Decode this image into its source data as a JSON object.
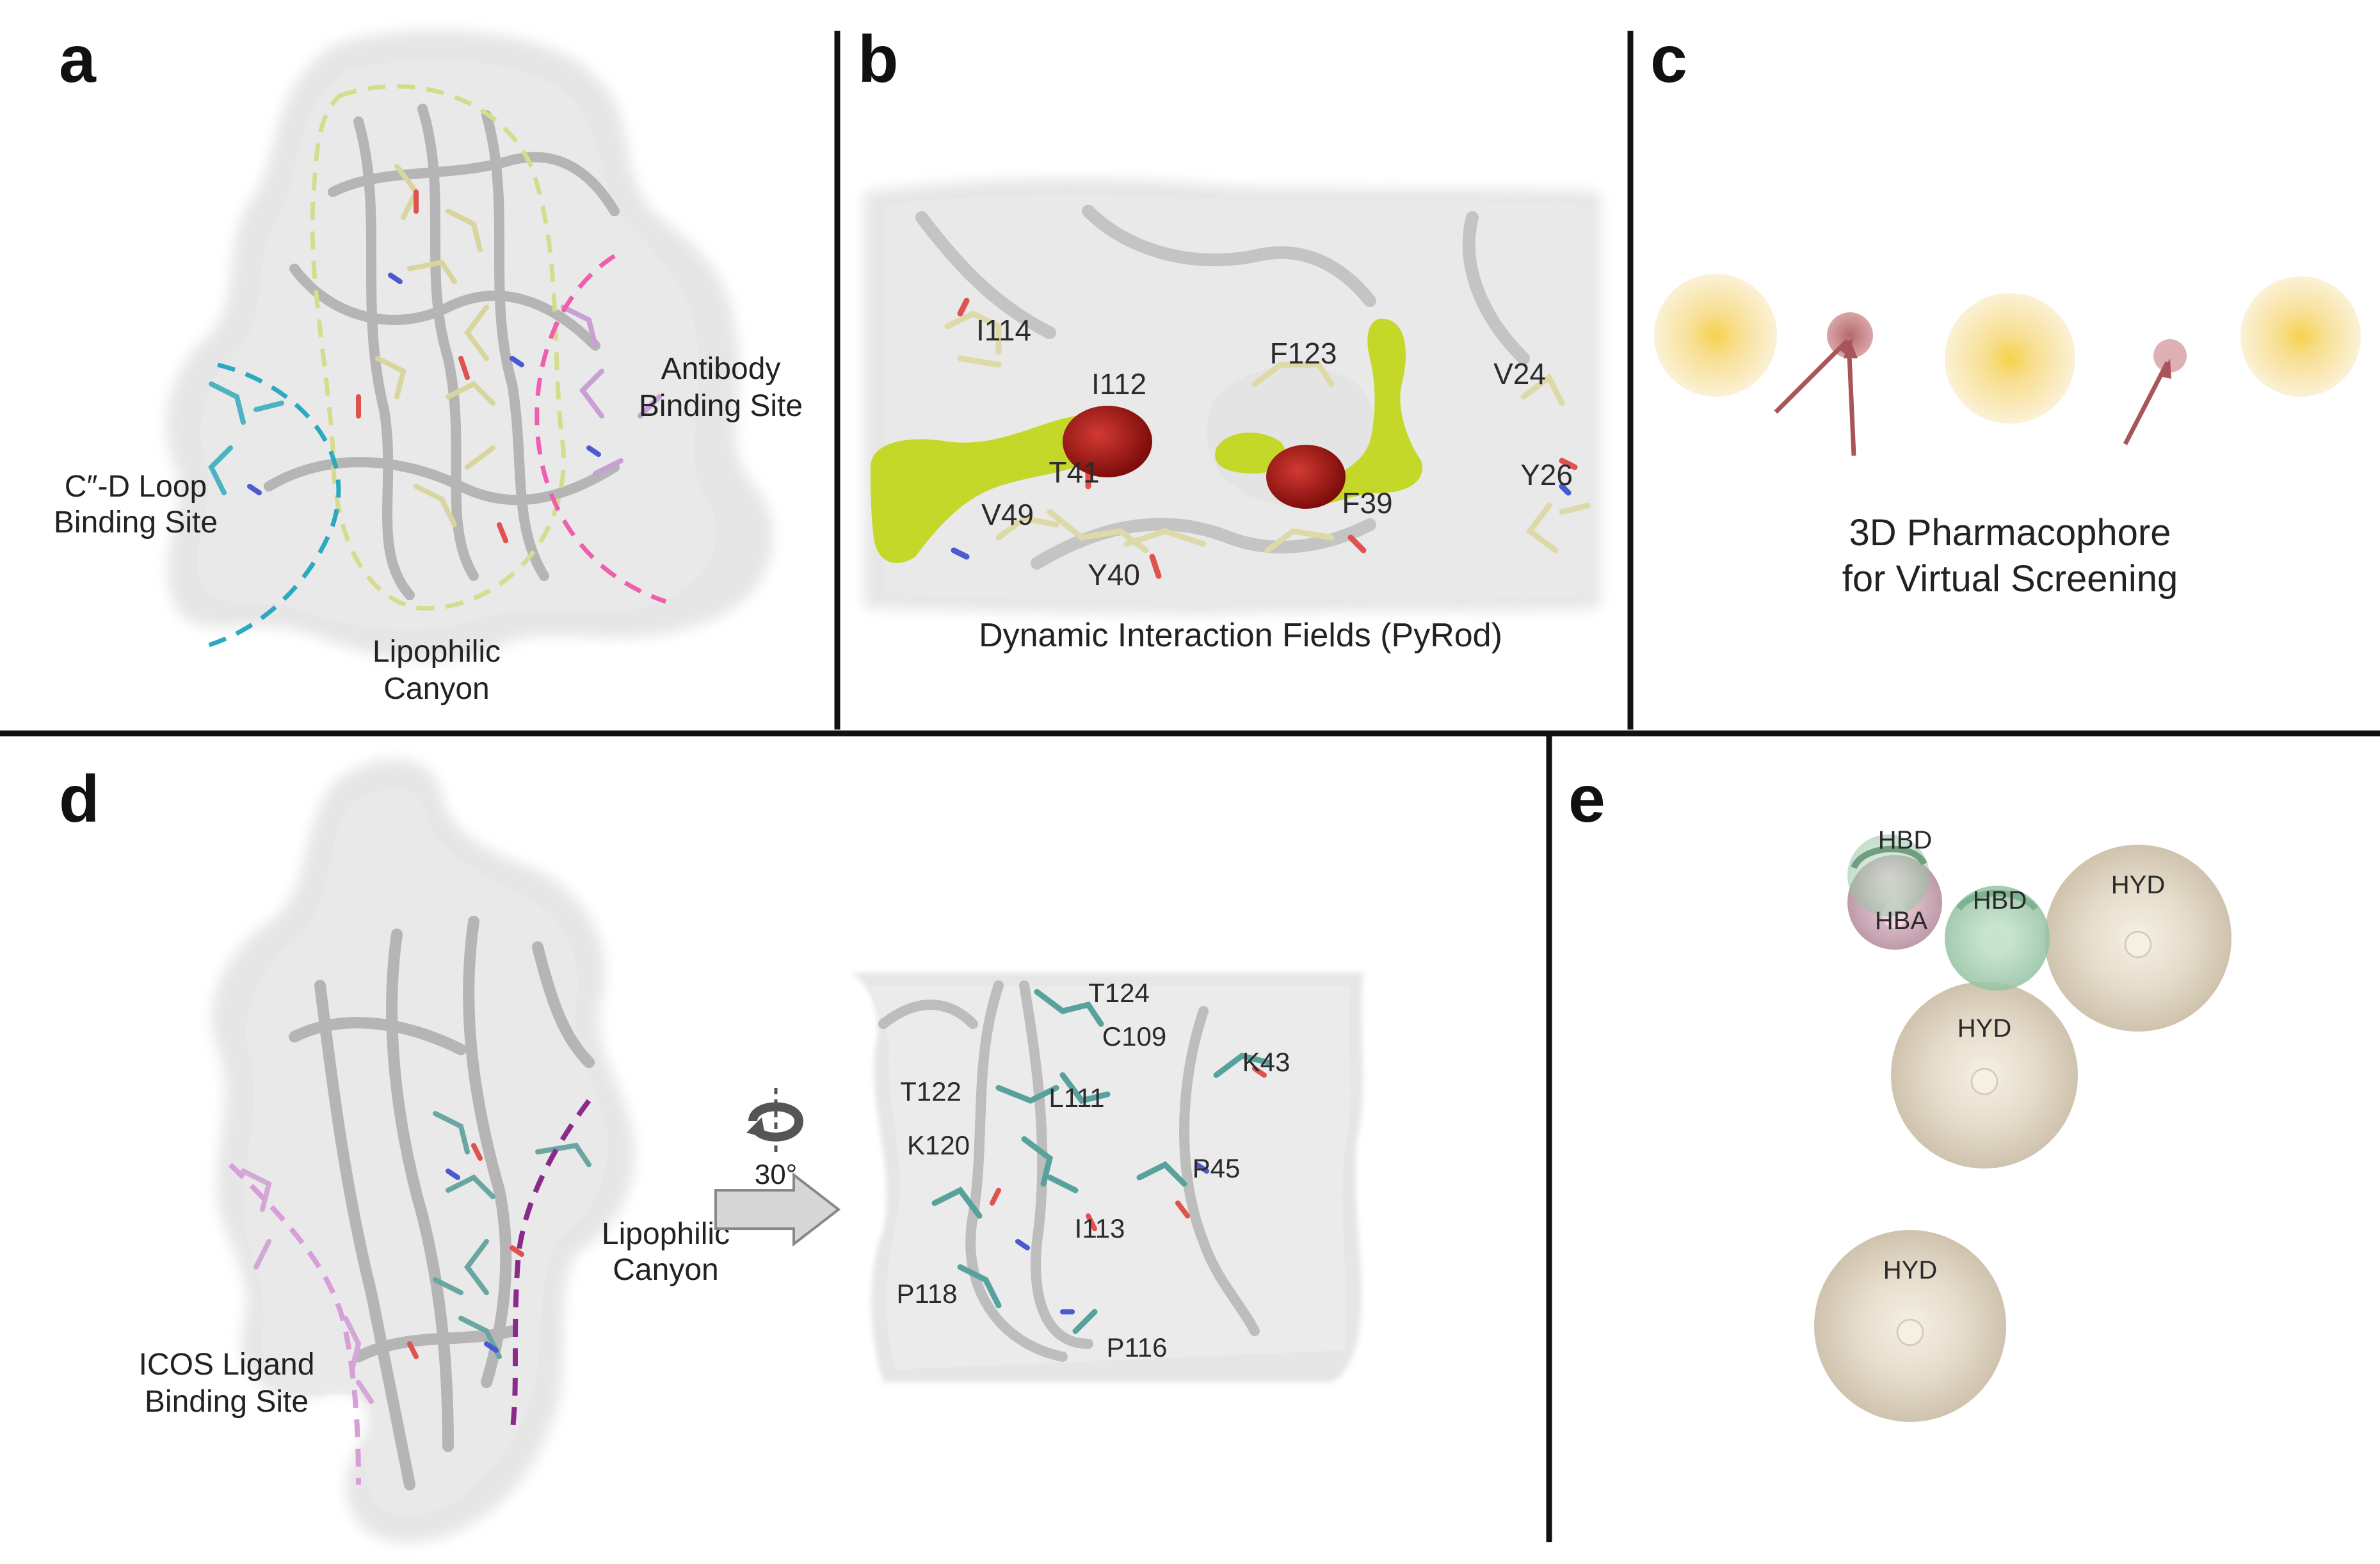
{
  "colors": {
    "divider": "#111111",
    "surface": "#dcdcdc",
    "ribbon": "#b8b8b8",
    "stick_yellow": "#d6d39c",
    "stick_teal": "#5aa6a0",
    "stick_cyan": "#47b4c4",
    "stick_pink": "#c9a0d4",
    "oxygen": "#e0524f",
    "nitrogen": "#4a5ad0",
    "field_yellow": "#c6d92a",
    "field_red": "#a0120f",
    "dash_cyan": "#2aa9c0",
    "dash_yellow": "#d4dc8a",
    "dash_pink": "#ef5fae",
    "dash_purple": "#8a2a8a",
    "dash_lilac": "#d79ed8",
    "sphere_yellow": "#f0d270",
    "sphere_hyd": "#e2d7c4",
    "sphere_hbd": "#9fcfae",
    "sphere_hba": "#d7a8b8",
    "vector_red": "#a8555a"
  },
  "panel_a": {
    "letter": "a",
    "antibody_label": [
      "Antibody",
      "Binding Site"
    ],
    "loop_label": [
      "C″-D Loop",
      "Binding Site"
    ],
    "canyon_label": [
      "Lipophilic",
      "Canyon"
    ]
  },
  "panel_b": {
    "letter": "b",
    "residues": [
      "I114",
      "I112",
      "F123",
      "V24",
      "T41",
      "V49",
      "F39",
      "Y26",
      "Y40"
    ],
    "caption": "Dynamic Interaction Fields (PyRod)"
  },
  "panel_c": {
    "letter": "c",
    "caption": [
      "3D Pharmacophore",
      "for Virtual Screening"
    ]
  },
  "panel_d": {
    "letter": "d",
    "canyon_label": [
      "Lipophilic",
      "Canyon"
    ],
    "icos_label": [
      "ICOS Ligand",
      "Binding Site"
    ],
    "rotation": "30°",
    "residues": [
      "T124",
      "C109",
      "K43",
      "T122",
      "L111",
      "K120",
      "P45",
      "I113",
      "P118",
      "P116"
    ]
  },
  "panel_e": {
    "letter": "e",
    "features": [
      "HBD",
      "HBA",
      "HBD",
      "HYD",
      "HYD",
      "HYD"
    ]
  }
}
